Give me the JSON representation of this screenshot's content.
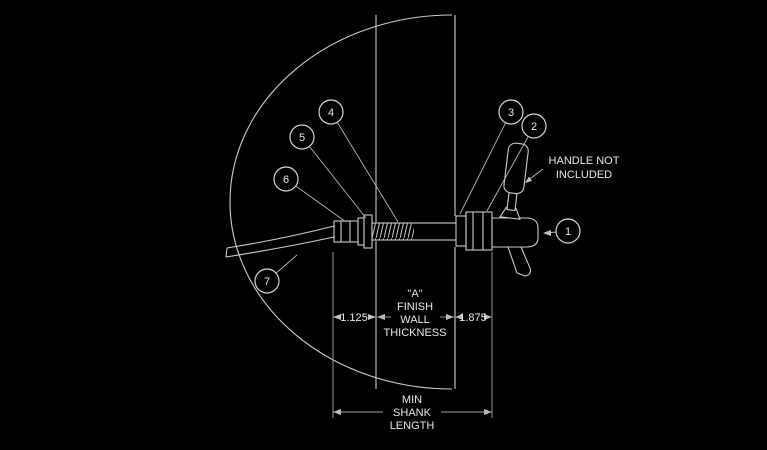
{
  "colors": {
    "background": "#000000",
    "line": "#cdcdcd",
    "text": "#e8e8e8"
  },
  "callouts": [
    {
      "num": "1"
    },
    {
      "num": "2"
    },
    {
      "num": "3"
    },
    {
      "num": "4"
    },
    {
      "num": "5"
    },
    {
      "num": "6"
    },
    {
      "num": "7"
    }
  ],
  "annotations": {
    "handle_note": [
      "HANDLE NOT",
      "INCLUDED"
    ]
  },
  "dimensions": {
    "left_value": "1.125",
    "right_value": "1.875",
    "wall_label": [
      "\"A\"",
      "FINISH",
      "WALL",
      "THICKNESS"
    ],
    "shank_label": [
      "MIN",
      "SHANK",
      "LENGTH"
    ]
  }
}
